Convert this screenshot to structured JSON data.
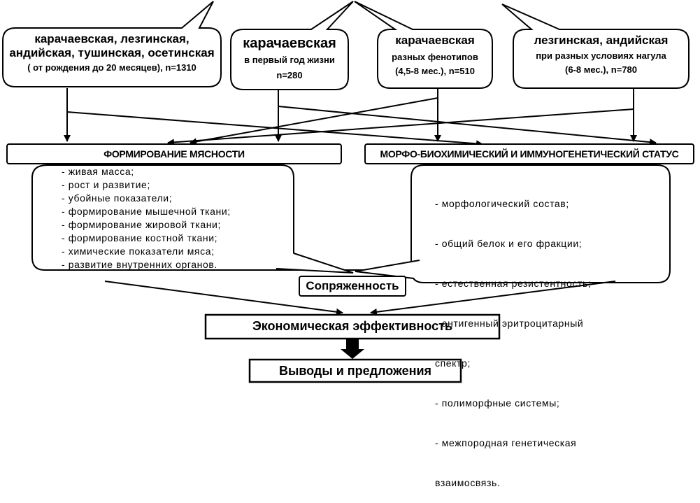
{
  "groups": [
    {
      "lines": [
        "карачаевская, лезгинская,",
        "андийская, тушинская, осетинская",
        "( от рождения до 20 месяцев), n=1310"
      ]
    },
    {
      "lines": [
        "карачаевская",
        "в первый год жизни",
        "n=280"
      ]
    },
    {
      "lines": [
        "карачаевская",
        "разных фенотипов",
        "(4,5-8 мес.), n=510"
      ]
    },
    {
      "lines": [
        "лезгинская, андийская",
        "при разных условиях нагула",
        "(6-8 мес.), n=780"
      ]
    }
  ],
  "meat": {
    "title": "ФОРМИРОВАНИЕ МЯСНОСТИ",
    "items": [
      "- живая масса;",
      "- рост и развитие;",
      "- убойные показатели;",
      "- формирование мышечной ткани;",
      "- формирование жировой ткани;",
      "- формирование костной ткани;",
      "- химические показатели мяса;",
      "- развитие внутренних органов."
    ]
  },
  "status": {
    "title": "МОРФО-БИОХИМИЧЕСКИЙ И ИММУНОГЕНЕТИЧЕСКИЙ СТАТУС",
    "items": [
      "- морфологический состав;",
      "- общий белок и его фракции;",
      "- естественная резистентность;",
      "- антигенный эритроцитарный",
      "  спектр;",
      "- полиморфные системы;",
      "- межпородная генетическая",
      "  взаимосвязь."
    ]
  },
  "conjugation": "Сопряженность",
  "efficiency": "Экономическая эффективность",
  "conclusions": "Выводы и предложения"
}
